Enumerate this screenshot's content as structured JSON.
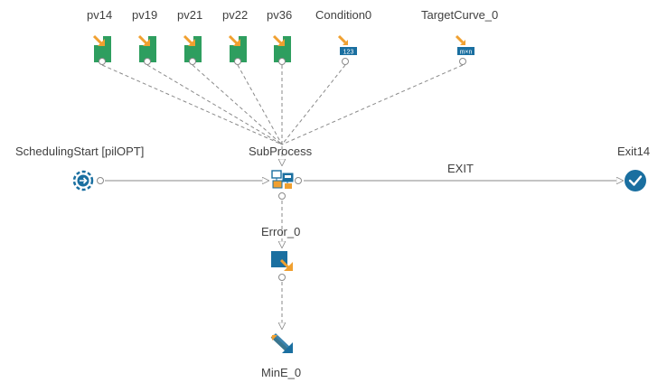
{
  "inputs": [
    {
      "label": "pv14",
      "kind": "parameter-icon"
    },
    {
      "label": "pv19",
      "kind": "parameter-icon"
    },
    {
      "label": "pv21",
      "kind": "parameter-icon"
    },
    {
      "label": "pv22",
      "kind": "parameter-icon"
    },
    {
      "label": "pv36",
      "kind": "parameter-icon"
    },
    {
      "label": "Condition0",
      "kind": "scalar-input-icon",
      "badge": "123"
    },
    {
      "label": "TargetCurve_0",
      "kind": "matrix-input-icon",
      "badge": "m×n"
    }
  ],
  "nodes": {
    "start": {
      "label": "SchedulingStart [pilOPT]",
      "icon": "scheduler-start-icon"
    },
    "subprocess": {
      "label": "SubProcess",
      "icon": "subprocess-icon"
    },
    "exit": {
      "label": "Exit14",
      "icon": "check-circle-icon"
    },
    "error": {
      "label": "Error_0",
      "icon": "error-node-icon"
    },
    "mine": {
      "label": "MinE_0",
      "icon": "minimize-icon"
    }
  },
  "edges": {
    "exit_label": "EXIT"
  },
  "colors": {
    "green": "#2e9e5f",
    "orange": "#f0a030",
    "blue": "#1a6fa0",
    "line": "#8a8a8a"
  }
}
